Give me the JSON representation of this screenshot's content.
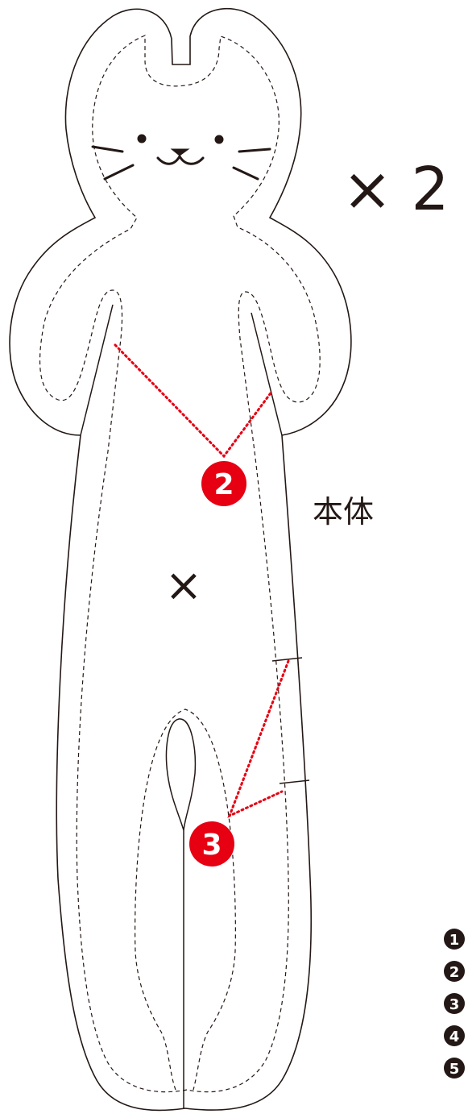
{
  "pattern": {
    "multiplier_label": "× 2",
    "piece_label": "本体",
    "center_mark": "×",
    "callouts": [
      "2",
      "3"
    ],
    "steps": [
      "1",
      "2",
      "3",
      "4",
      "5"
    ],
    "colors": {
      "outline": "#231815",
      "accent": "#e60012",
      "background": "#ffffff"
    }
  }
}
